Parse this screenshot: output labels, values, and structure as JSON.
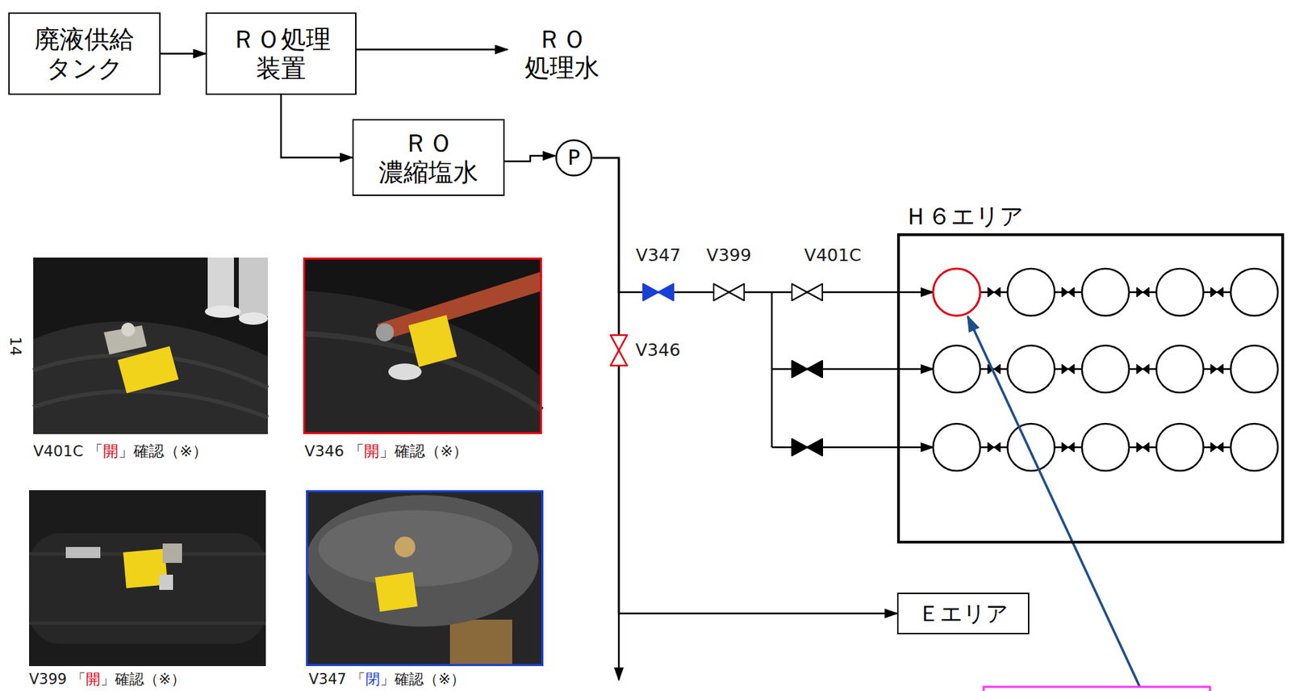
{
  "diagram": {
    "nodes": [
      {
        "text": [
          "廃液供給 タンク"
        ]
      },
      {
        "text": [
          "ＲＯ処理 装置"
        ]
      },
      {
        "text": [
          "ＲＯ 処理水"
        ]
      },
      {
        "text": [
          "ＲＯ 濃縮塩水"
        ]
      },
      {
        "text": [
          "P"
        ]
      },
      {
        "text": [
          "Ｈ６エリア"
        ]
      },
      {
        "text": [
          "Ｅエリア"
        ]
      }
    ],
    "edges": [
      {
        "from": 0,
        "to": 1,
        "arrow": "to"
      },
      {
        "from": 1,
        "to": 2,
        "arrow": "to"
      },
      {
        "from": 1,
        "to": 3,
        "arrow": "to"
      },
      {
        "from": 3,
        "to": 4,
        "arrow": "to"
      },
      {
        "from": 4,
        "to": 5,
        "arrow": "to"
      },
      {
        "from": 4,
        "to": 6,
        "arrow": "to"
      }
    ],
    "labels": [
      "14",
      "V347",
      "V399",
      "V401C",
      "V346",
      "V401C 「開」確認（※）",
      "V346 「開」確認（※）",
      "V399 「開」確認（※）",
      "V347 「閉」確認（※）"
    ]
  }
}
